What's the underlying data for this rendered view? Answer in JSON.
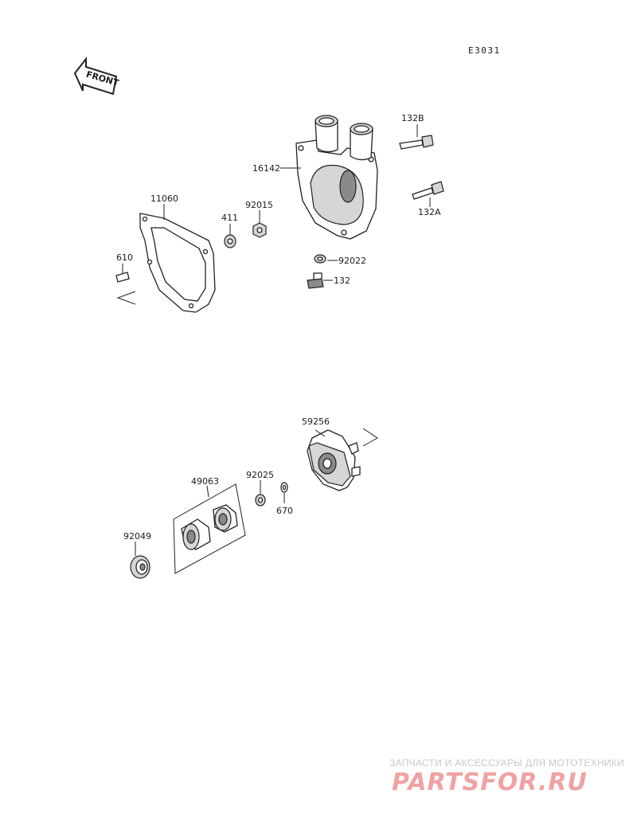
{
  "diagram_code": "E3031",
  "front_label": "FRONT",
  "parts": {
    "p11060": "11060",
    "p610": "610",
    "p411": "411",
    "p92015": "92015",
    "p16142": "16142",
    "p132B": "132B",
    "p132A": "132A",
    "p92022": "92022",
    "p132": "132",
    "p59256": "59256",
    "p49063": "49063",
    "p92025": "92025",
    "p670": "670",
    "p92049": "92049"
  },
  "watermark": {
    "tagline": "ЗАПЧАСТИ И АКСЕССУАРЫ ДЛЯ МОТОТЕХНИКИ",
    "brand": "PARTSFOR.RU"
  }
}
